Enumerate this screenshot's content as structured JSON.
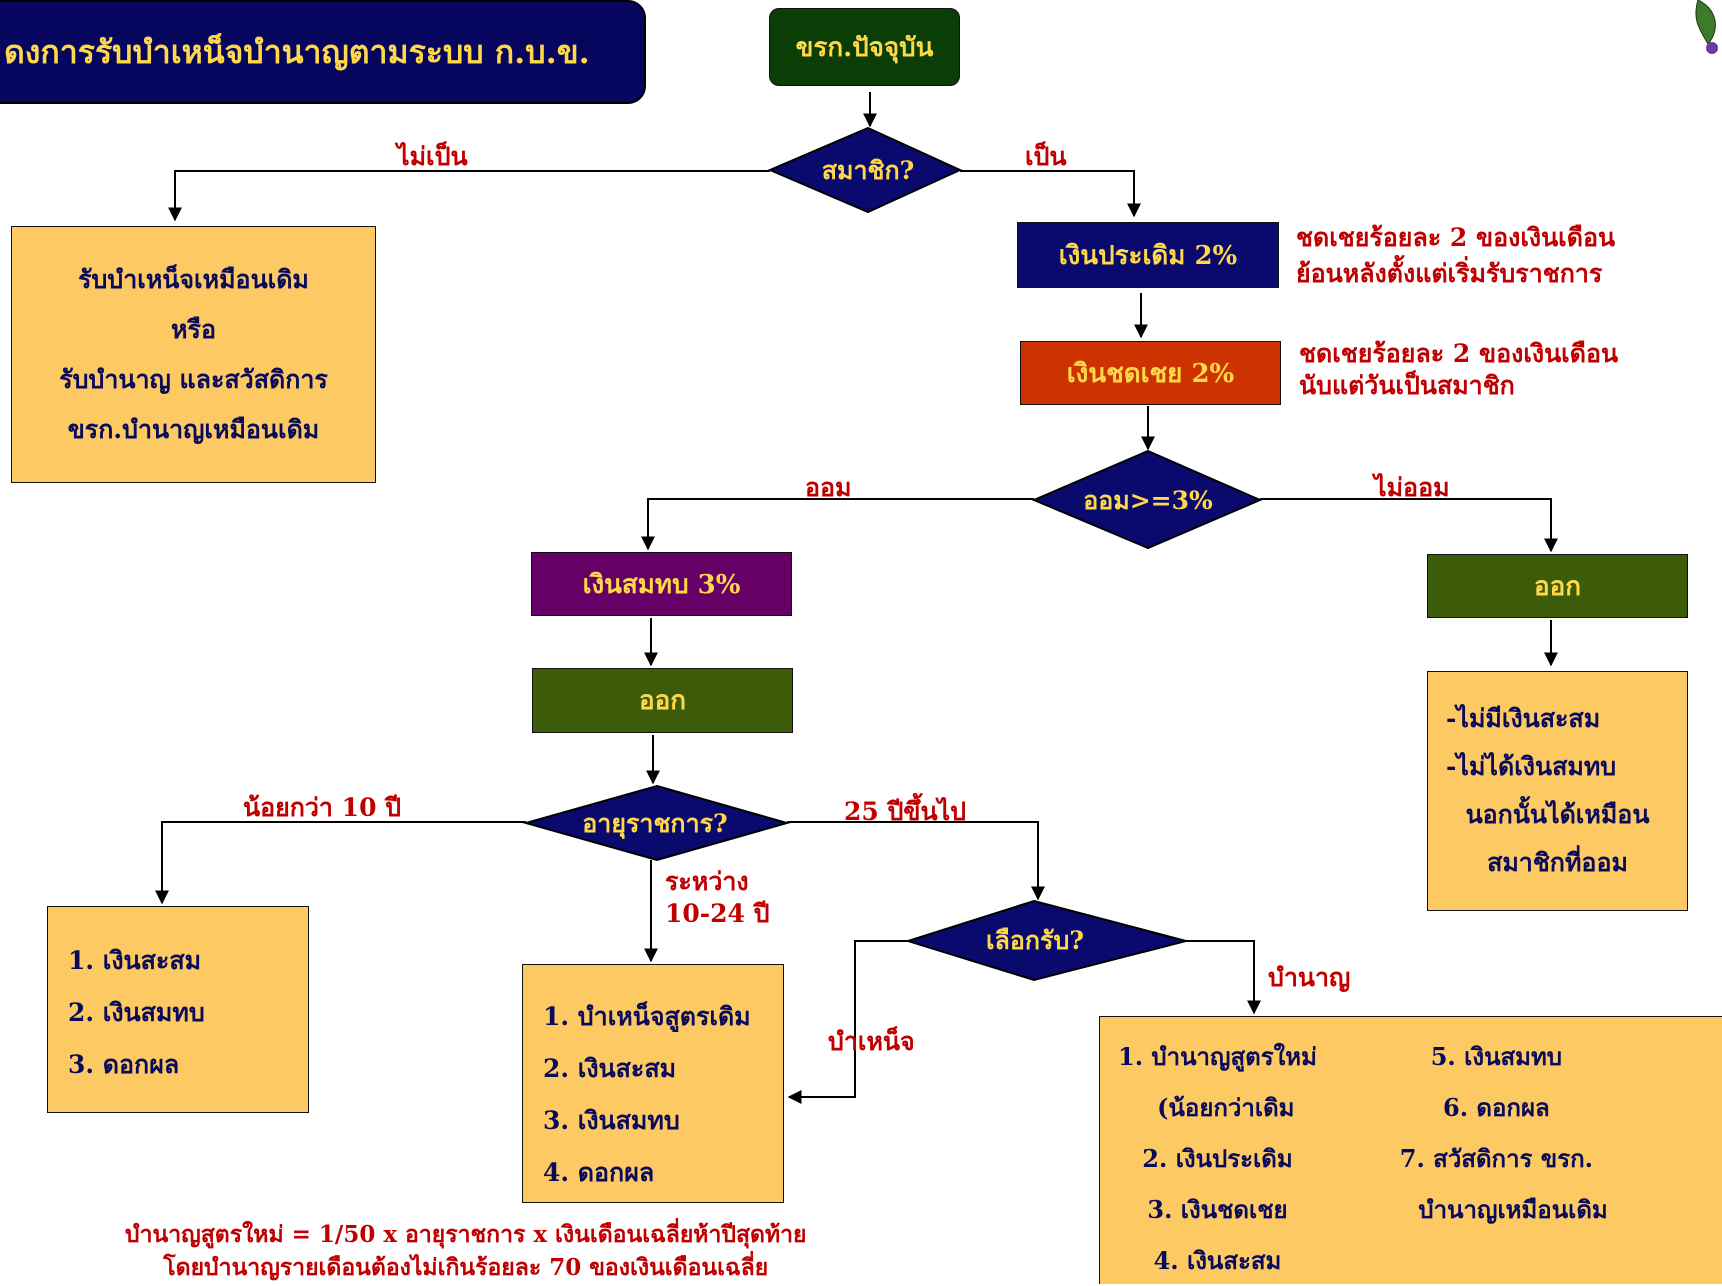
{
  "title": "ดงการรับบำเหน็จบำนาญตามระบบ ก.บ.ข.",
  "start": "ขรก.ปัจจุบัน",
  "decision_member": "สมาชิก?",
  "label_not_member": "ไม่เป็น",
  "label_member": "เป็น",
  "left_result": [
    "รับบำเหน็จเหมือนเดิม",
    "หรือ",
    "รับบำนาญ และสวัสดิการ",
    "ขรก.บำนาญเหมือนเดิม"
  ],
  "initial_fund": "เงินประเดิม 2%",
  "initial_note": [
    "ชดเชยร้อยละ 2 ของเงินเดือน",
    "ย้อนหลังตั้งแต่เริ่มรับราชการ"
  ],
  "comp_fund": "เงินชดเชย 2%",
  "comp_note": [
    "ชดเชยร้อยละ 2 ของเงินเดือน",
    "นับแต่วันเป็นสมาชิก"
  ],
  "decision_save": "ออม>=3%",
  "label_save": "ออม",
  "label_no_save": "ไม่ออม",
  "match_fund": "เงินสมทบ 3%",
  "exit_left": "ออก",
  "exit_right": "ออก",
  "right_result": [
    "-ไม่มีเงินสะสม",
    "-ไม่ได้เงินสมทบ",
    "นอกนั้นได้เหมือน",
    "สมาชิกที่ออม"
  ],
  "decision_service": "อายุราชการ?",
  "label_lt10": "น้อยกว่า 10 ปี",
  "label_25up": "25 ปีขึ้นไป",
  "label_between": [
    "ระหว่าง",
    "10-24 ปี"
  ],
  "lt10_list": [
    "1. เงินสะสม",
    "2. เงินสมทบ",
    "3. ดอกผล"
  ],
  "between_list": [
    "1. บำเหน็จสูตรเดิม",
    "2. เงินสะสม",
    "3. เงินสมทบ",
    "4.  ดอกผล"
  ],
  "decision_choose": "เลือกรับ?",
  "label_gratuity": "บำเหน็จ",
  "label_pension": "บำนาญ",
  "pension_list_left": [
    "1. บำนาญสูตรใหม่",
    "  (น้อยกว่าเดิม",
    "2. เงินประเดิม",
    "3. เงินชดเชย",
    "4. เงินสะสม"
  ],
  "pension_list_right": [
    "5. เงินสมทบ",
    "6. ดอกผล",
    "7. สวัสดิการ ขรก.",
    "    บำนาญเหมือนเดิม"
  ],
  "formula": [
    "บำนาญสูตรใหม่ = 1/50 x อายุราชการ x เงินเดือนเฉลี่ยห้าปีสุดท้าย",
    "โดยบำนาญรายเดือนต้องไม่เกินร้อยละ 70 ของเงินเดือนเฉลี่ย"
  ],
  "colors": {
    "navy": "#0a0a6e",
    "label_red": "#c00000",
    "box_yellow": "#fcc963",
    "text_yellow": "#ffd84a"
  }
}
